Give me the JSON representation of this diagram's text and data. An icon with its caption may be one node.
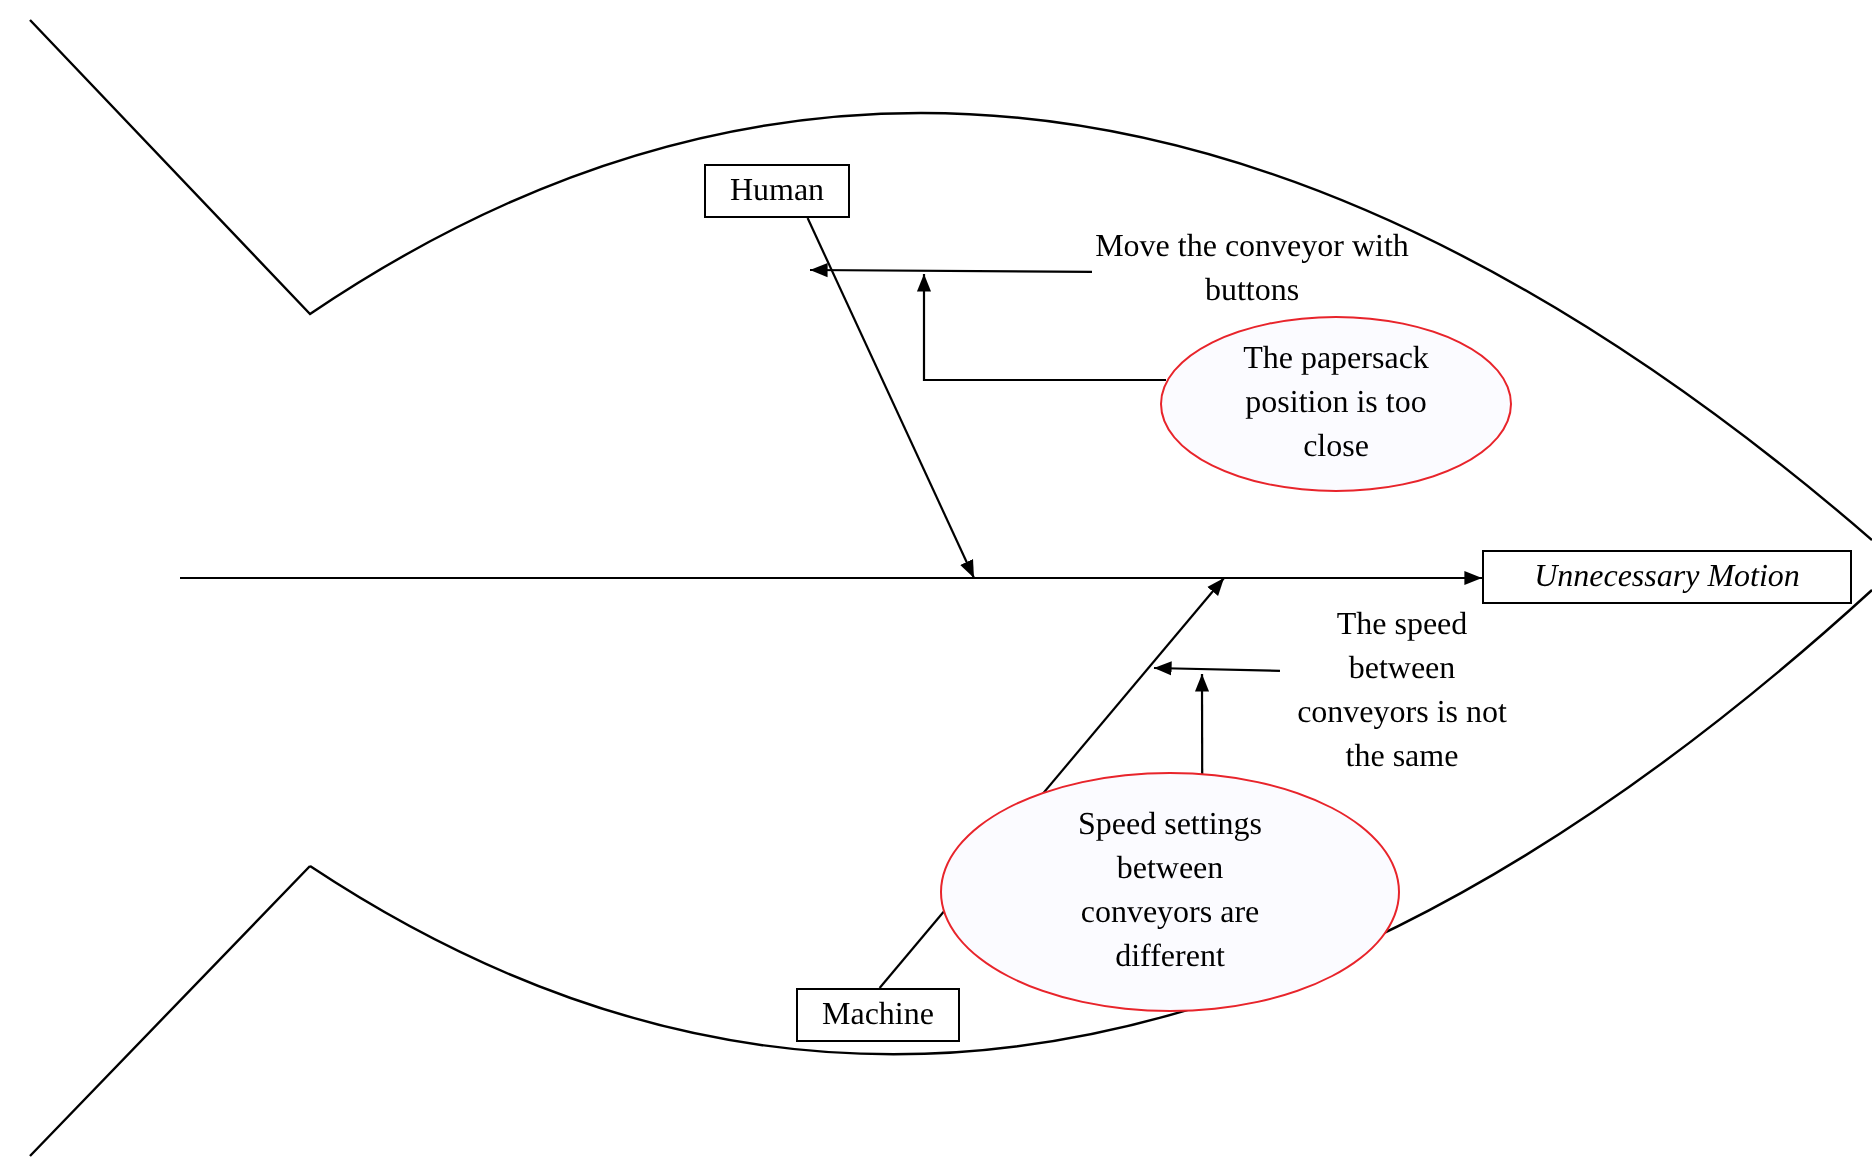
{
  "diagram": {
    "nodes": [
      {
        "text": [
          "Human"
        ]
      },
      {
        "text": [
          "Move the conveyor with buttons"
        ]
      },
      {
        "text": [
          "The papersack position is too close"
        ]
      },
      {
        "text": [
          "Unnecessary Motion"
        ]
      },
      {
        "text": [
          "The speed between conveyors is not the same"
        ]
      },
      {
        "text": [
          "Speed settings between conveyors are different"
        ]
      },
      {
        "text": [
          "Machine"
        ]
      }
    ],
    "edges": [
      {
        "from": null,
        "to": 3,
        "arrow": "to"
      },
      {
        "from": 0,
        "to": null,
        "arrow": "to"
      },
      {
        "from": 1,
        "to": null,
        "arrow": "to"
      },
      {
        "from": 2,
        "to": null,
        "arrow": "to"
      },
      {
        "from": 6,
        "to": null,
        "arrow": "to"
      },
      {
        "from": 4,
        "to": null,
        "arrow": "to"
      },
      {
        "from": 5,
        "to": null,
        "arrow": "to"
      }
    ]
  }
}
